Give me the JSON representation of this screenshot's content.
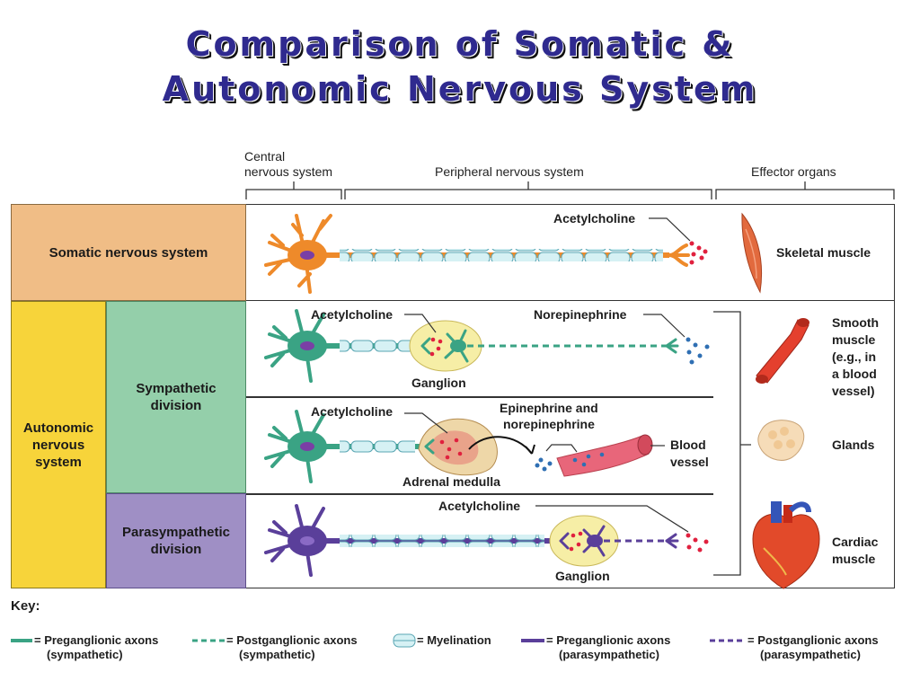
{
  "title": {
    "line1": "Comparison of Somatic &",
    "line2": "Autonomic Nervous System"
  },
  "headers": {
    "cns_line1": "Central",
    "cns_line2": "nervous system",
    "pns": "Peripheral nervous system",
    "effectors": "Effector organs"
  },
  "rows": {
    "somatic": "Somatic nervous system",
    "autonomic": [
      "Autonomic",
      "nervous",
      "system"
    ],
    "sympathetic": [
      "Sympathetic",
      "division"
    ],
    "parasympathetic": [
      "Parasympathetic",
      "division"
    ]
  },
  "labels": {
    "ach_somatic": "Acetylcholine",
    "ach_symp1": "Acetylcholine",
    "norepinephrine": "Norepinephrine",
    "ganglion1": "Ganglion",
    "ach_symp2": "Acetylcholine",
    "epi_line1": "Epinephrine and",
    "epi_line2": "norepinephrine",
    "blood_vessel": [
      "Blood",
      "vessel"
    ],
    "adrenal_medulla": "Adrenal medulla",
    "ach_para": "Acetylcholine",
    "ganglion2": "Ganglion"
  },
  "effectors": {
    "skeletal": "Skeletal muscle",
    "smooth": [
      "Smooth",
      "muscle",
      "(e.g., in",
      "a blood",
      "vessel)"
    ],
    "glands": "Glands",
    "cardiac": [
      "Cardiac",
      "muscle"
    ]
  },
  "key": {
    "title": "Key:",
    "items": [
      {
        "l1": "= Preganglionic axons",
        "l2": "(sympathetic)"
      },
      {
        "l1": "= Postganglionic axons",
        "l2": "(sympathetic)"
      },
      {
        "l1": "= Myelination",
        "l2": ""
      },
      {
        "l1": "= Preganglionic axons",
        "l2": "(parasympathetic)"
      },
      {
        "l1": "= Postganglionic axons",
        "l2": "(parasympathetic)"
      }
    ]
  },
  "colors": {
    "somatic": "#f0bd86",
    "autonomic": "#f7d43a",
    "sympathetic": "#94cfaa",
    "parasympathetic": "#9f8fc5",
    "somatic_neuron": "#ee8a2a",
    "symp_neuron": "#3aa384",
    "para_neuron": "#5a3f9a",
    "myelin": "#bfe6ec",
    "ganglion": "#f6eea6",
    "ach_dot": "#e0203e",
    "ne_dot": "#2f6fb3"
  },
  "icons": {
    "skeletal": "skeletal-muscle-icon",
    "smooth": "blood-vessel-icon",
    "glands": "gland-icon",
    "cardiac": "heart-icon"
  }
}
